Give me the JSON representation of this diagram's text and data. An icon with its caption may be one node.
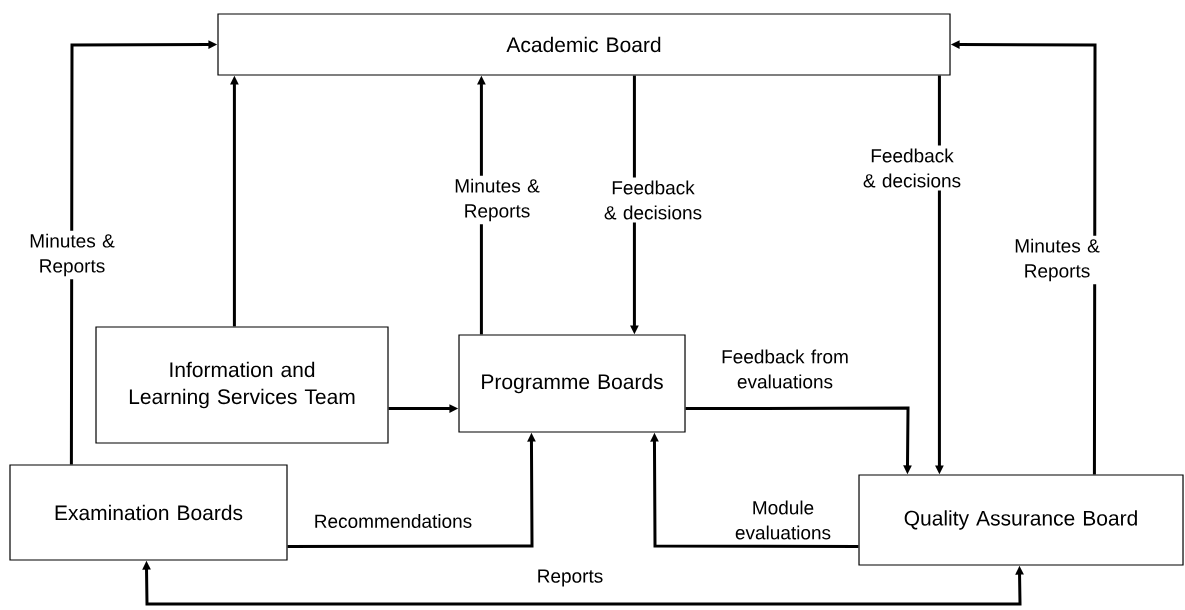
{
  "diagram": {
    "nodes": [
      {
        "text": [
          "Academic Board"
        ]
      },
      {
        "text": [
          "Information and Learning Services Team"
        ]
      },
      {
        "text": [
          "Programme Boards"
        ]
      },
      {
        "text": [
          "Examination Boards"
        ]
      },
      {
        "text": [
          "Quality Assurance Board"
        ]
      }
    ],
    "edges": [
      {
        "from": 3,
        "to": 0,
        "arrow": "to",
        "label": "Minutes & Reports"
      },
      {
        "from": 1,
        "to": 0,
        "arrow": "to"
      },
      {
        "from": 2,
        "to": 0,
        "arrow": "to",
        "label": "Minutes & Reports"
      },
      {
        "from": 0,
        "to": 2,
        "arrow": "to",
        "label": "Feedback & decisions"
      },
      {
        "from": 0,
        "to": 4,
        "arrow": "to",
        "label": "Feedback & decisions"
      },
      {
        "from": 4,
        "to": 0,
        "arrow": "to",
        "label": "Minutes & Reports"
      },
      {
        "from": 1,
        "to": 2,
        "arrow": "to"
      },
      {
        "from": 2,
        "to": 4,
        "arrow": "to",
        "label": "Feedback from evaluations"
      },
      {
        "from": 3,
        "to": 2,
        "arrow": "to",
        "label": "Recommendations"
      },
      {
        "from": 4,
        "to": 2,
        "arrow": "to",
        "label": "Module evaluations"
      },
      {
        "from": 3,
        "to": 4,
        "arrow": "both",
        "label": "Reports"
      }
    ]
  }
}
